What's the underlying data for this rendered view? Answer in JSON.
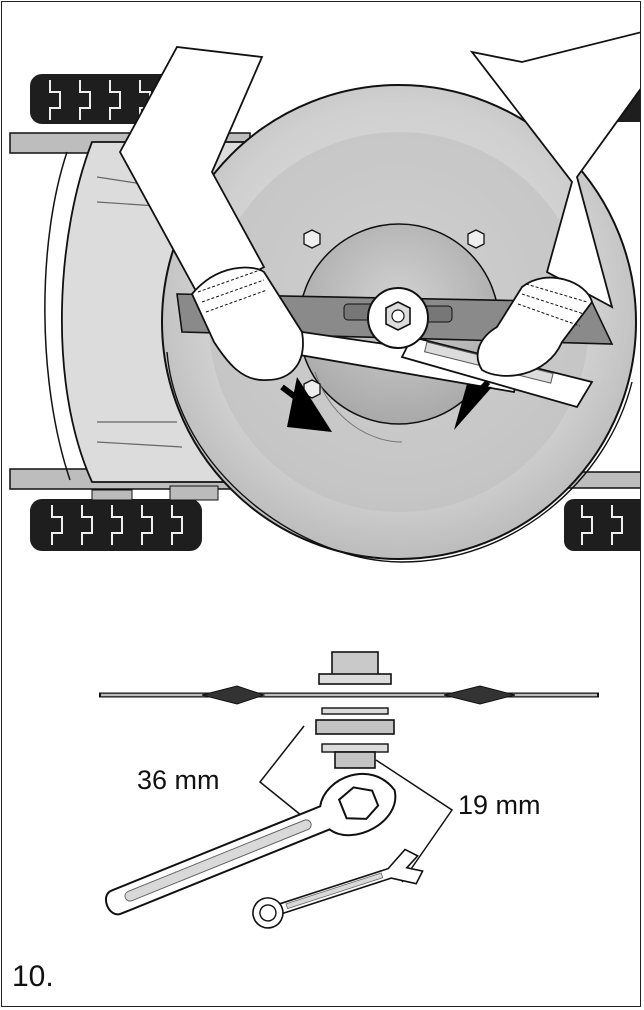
{
  "figure": {
    "number": "10."
  },
  "labels": {
    "large_wrench": "36 mm",
    "small_wrench": "19 mm"
  },
  "colors": {
    "outline": "#111111",
    "deck_light": "#d9d9d9",
    "deck_mid": "#c4c4c4",
    "deck_dark": "#a8a8a8",
    "tire": "#1e1e1e",
    "blade": "#8a8a8a",
    "arrow": "#000000"
  }
}
